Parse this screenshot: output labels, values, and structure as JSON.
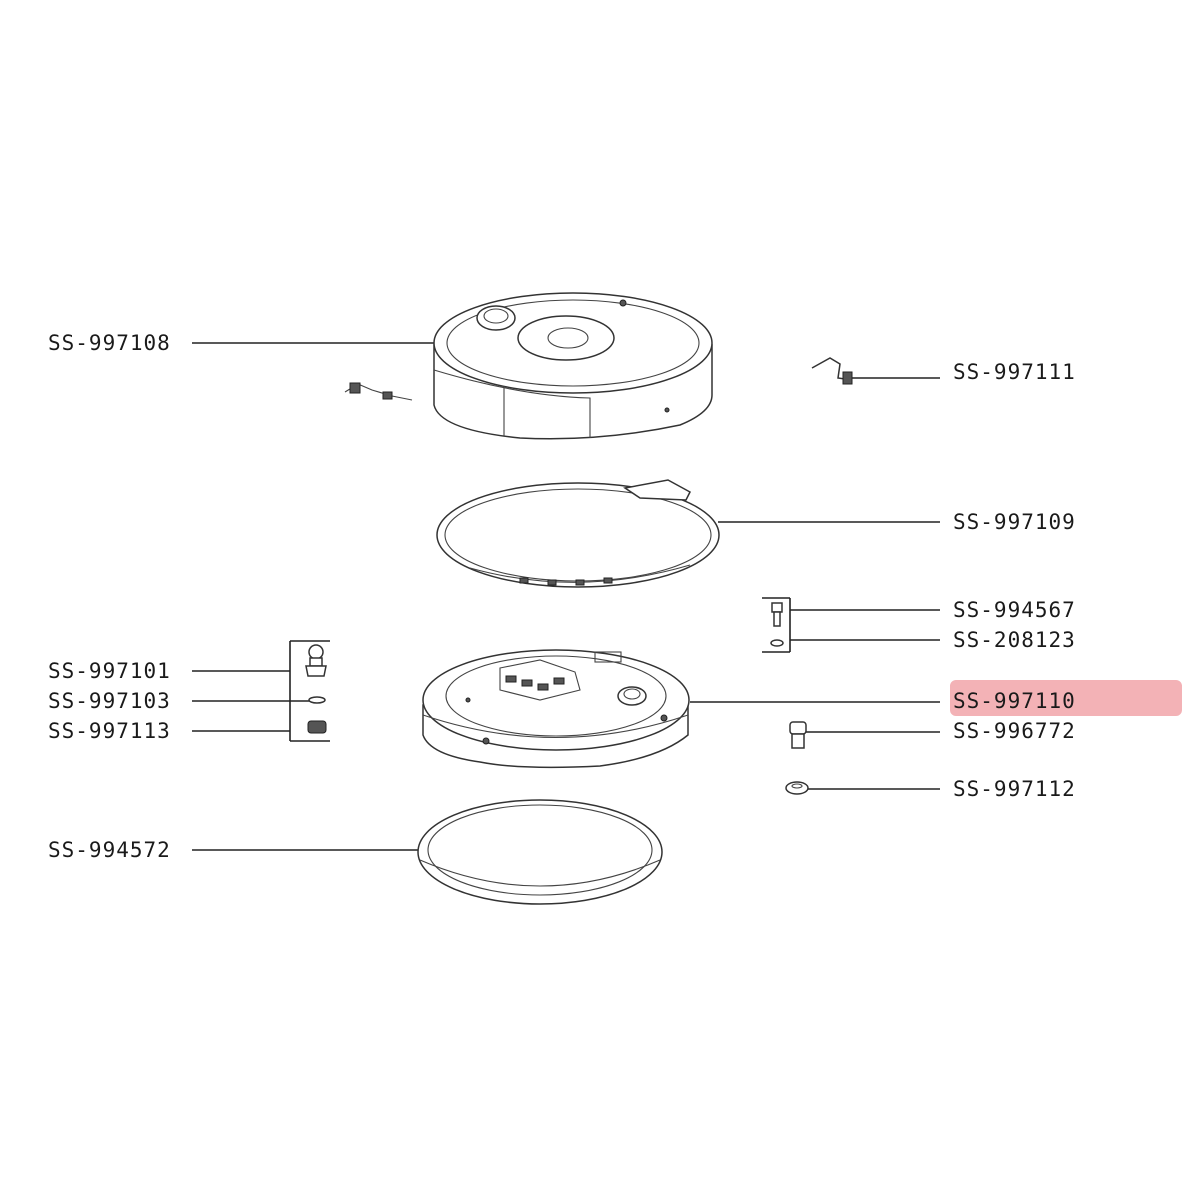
{
  "highlight_color": "#f3b2b6",
  "highlighted_part": "SS-997110",
  "labels": {
    "l1": "SS-997108",
    "l2": "SS-997111",
    "l3": "SS-997109",
    "l4": "SS-994567",
    "l5": "SS-208123",
    "l6": "SS-997101",
    "l7": "SS-997103",
    "l8": "SS-997113",
    "l9": "SS-997110",
    "l10": "SS-996772",
    "l11": "SS-997112",
    "l12": "SS-994572"
  }
}
